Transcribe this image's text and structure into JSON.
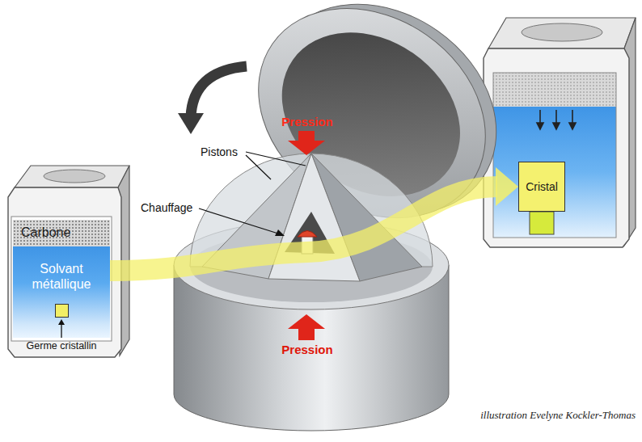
{
  "diagram": {
    "nodes": [
      {
        "text": [
          "Carbone"
        ]
      },
      {
        "text": [
          "Solvant métallique"
        ]
      },
      {
        "text": [
          "Cristal"
        ]
      }
    ],
    "edges": [
      {
        "from": 1,
        "to": 2,
        "arrow": "to"
      }
    ],
    "labels": [
      "Pistons",
      "Chauffage",
      "Pression",
      "Pression",
      "Germe cristallin",
      "illustration Evelyne Kockler-Thomas"
    ]
  }
}
